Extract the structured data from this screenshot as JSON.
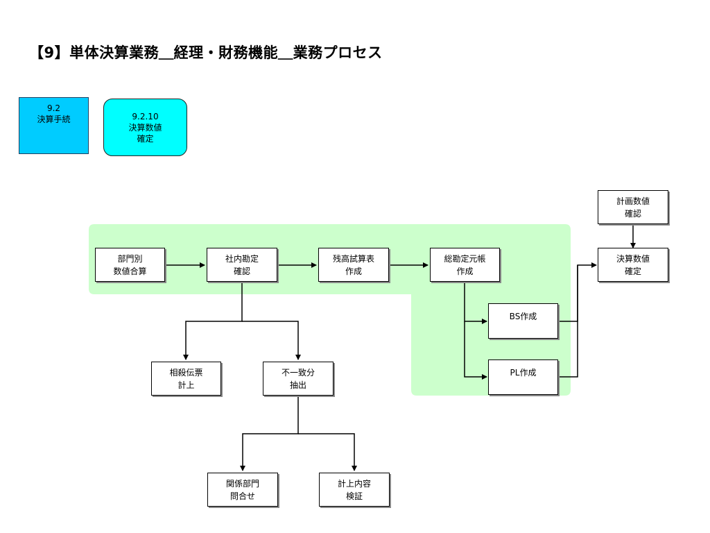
{
  "title": "【9】単体決算業務＿経理・財務機能＿業務プロセス",
  "header": {
    "section": {
      "number": "9.2",
      "label": "決算手続"
    },
    "subsection": {
      "number": "9.2.10",
      "line1": "決算数値",
      "line2": "確定"
    }
  },
  "nodes": {
    "dept_sum": {
      "line1": "部門別",
      "line2": "数値合算"
    },
    "internal_check": {
      "line1": "社内勘定",
      "line2": "確認"
    },
    "trial_balance": {
      "line1": "残高試算表",
      "line2": "作成"
    },
    "general_ledger": {
      "line1": "総勘定元帳",
      "line2": "作成"
    },
    "bs": {
      "line1": "BS作成"
    },
    "pl": {
      "line1": "PL作成"
    },
    "plan_confirm": {
      "line1": "計画数値",
      "line2": "確認"
    },
    "final_confirm": {
      "line1": "決算数値",
      "line2": "確定"
    },
    "offset_slip": {
      "line1": "相殺伝票",
      "line2": "計上"
    },
    "mismatch": {
      "line1": "不一致分",
      "line2": "抽出"
    },
    "dept_inquiry": {
      "line1": "関係部門",
      "line2": "問合せ"
    },
    "content_verify": {
      "line1": "計上内容",
      "line2": "検証"
    }
  },
  "colors": {
    "highlight": "#ccffcc",
    "section": "#00ccff",
    "subsection": "#00ffff"
  }
}
